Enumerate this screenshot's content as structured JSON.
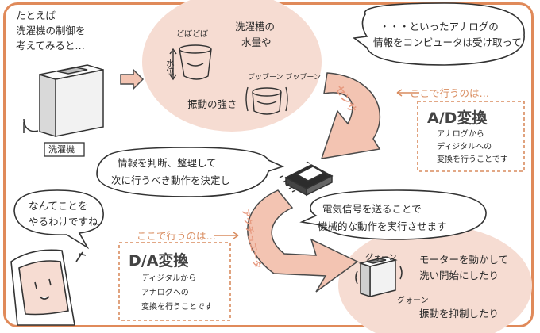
{
  "intro": {
    "line1": "たとえば",
    "line2": "洗濯機の制御を",
    "line3": "考えてみると…"
  },
  "washer_label": "洗濯機",
  "tub": {
    "line1": "洗濯槽の",
    "line2": "水量や",
    "sfx_water": "どぼどぼ",
    "water_level": "水位"
  },
  "vibration": {
    "label": "振動の強さ",
    "sfx": "ブッブーン ブッブーン"
  },
  "bubble_top": {
    "line1": "・・・といったアナログの",
    "line2": "情報をコンピュータは受け取って"
  },
  "arrow1_label": "センサ",
  "ad": {
    "lead": "ここで行うのは…",
    "title": "A/D変換",
    "desc1": "アナログから",
    "desc2": "ディジタルへの",
    "desc3": "変換を行うことです"
  },
  "bubble_mid": {
    "line1": "情報を判断、整理して",
    "line2": "次に行うべき動作を決定し"
  },
  "bubble_right": {
    "line1": "電気信号を送ることで",
    "line2": "機械的な動作を実行させます"
  },
  "arrow2_label": "アクチュエータ",
  "bubble_char": {
    "line1": "なんてことを",
    "line2": "やるわけですね"
  },
  "da": {
    "lead": "ここで行うのは…",
    "title": "D/A変換",
    "desc1": "ディジタルから",
    "desc2": "アナログへの",
    "desc3": "変換を行うことです"
  },
  "motor": {
    "sfx1": "グォーン",
    "sfx2": "グォーン",
    "line1": "モーターを動かして",
    "line2": "洗い開始にしたり",
    "brake": "振動を抑制したり"
  },
  "colors": {
    "frame": "#e08a5a",
    "blob": "#f6dcd2",
    "arrow": "#f3c4b2",
    "arrow_text": "#e79a80",
    "box_dash": "#d98c5f"
  }
}
